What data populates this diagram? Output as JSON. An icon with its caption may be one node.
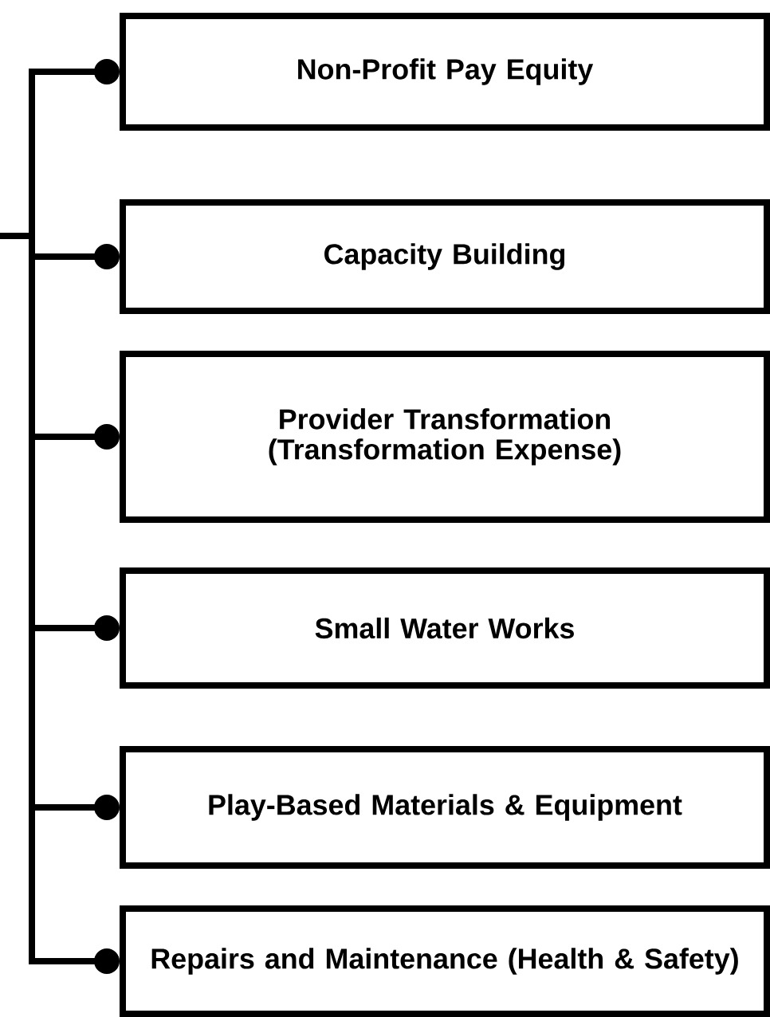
{
  "diagram": {
    "nodes": [
      {
        "text": [
          "Non-Profit Pay Equity"
        ]
      },
      {
        "text": [
          "Capacity Building"
        ]
      },
      {
        "text": [
          "Provider Transformation (Transformation Expense)"
        ]
      },
      {
        "text": [
          "Small Water Works"
        ]
      },
      {
        "text": [
          "Play-Based Materials & Equipment"
        ]
      },
      {
        "text": [
          "Repairs and Maintenance (Health & Safety)"
        ]
      }
    ],
    "edges": [
      {
        "from": null,
        "to": 0,
        "arrow": "other"
      },
      {
        "from": null,
        "to": 1,
        "arrow": "other"
      },
      {
        "from": null,
        "to": 2,
        "arrow": "other"
      },
      {
        "from": null,
        "to": 3,
        "arrow": "other"
      },
      {
        "from": null,
        "to": 4,
        "arrow": "other"
      },
      {
        "from": null,
        "to": 5,
        "arrow": "other"
      }
    ]
  }
}
